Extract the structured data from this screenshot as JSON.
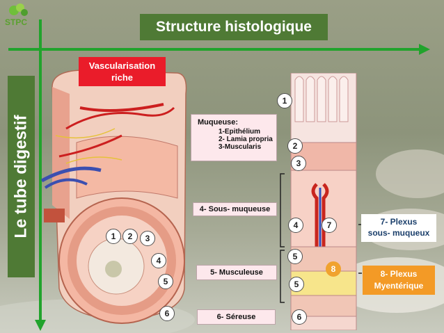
{
  "title": "Structure histologique",
  "vertical_title": "Le tube digestif",
  "logo": "STPC",
  "vascularisation": {
    "line1": "Vascularisation",
    "line2": "riche"
  },
  "muqueuse": {
    "heading": "Muqueuse:",
    "items": [
      "1-Epithélium",
      "2- Lamia propria",
      "3-Muscularis"
    ]
  },
  "labels": {
    "sous_muqueuse": "4- Sous- muqueuse",
    "musculeuse": "5- Musculeuse",
    "sereuse": "6- Séreuse"
  },
  "plexus7": {
    "line1": "7- Plexus",
    "line2": "sous- muqueux"
  },
  "plexus8": {
    "line1": "8- Plexus",
    "line2": "Myentérique"
  },
  "numbers": {
    "n1": "1",
    "n2": "2",
    "n3": "3",
    "n4": "4",
    "n5": "5",
    "n6": "6",
    "n7": "7",
    "n8": "8"
  },
  "colors": {
    "green": "#4f7a35",
    "red": "#ea1c2a",
    "orange": "#f39a26"
  }
}
